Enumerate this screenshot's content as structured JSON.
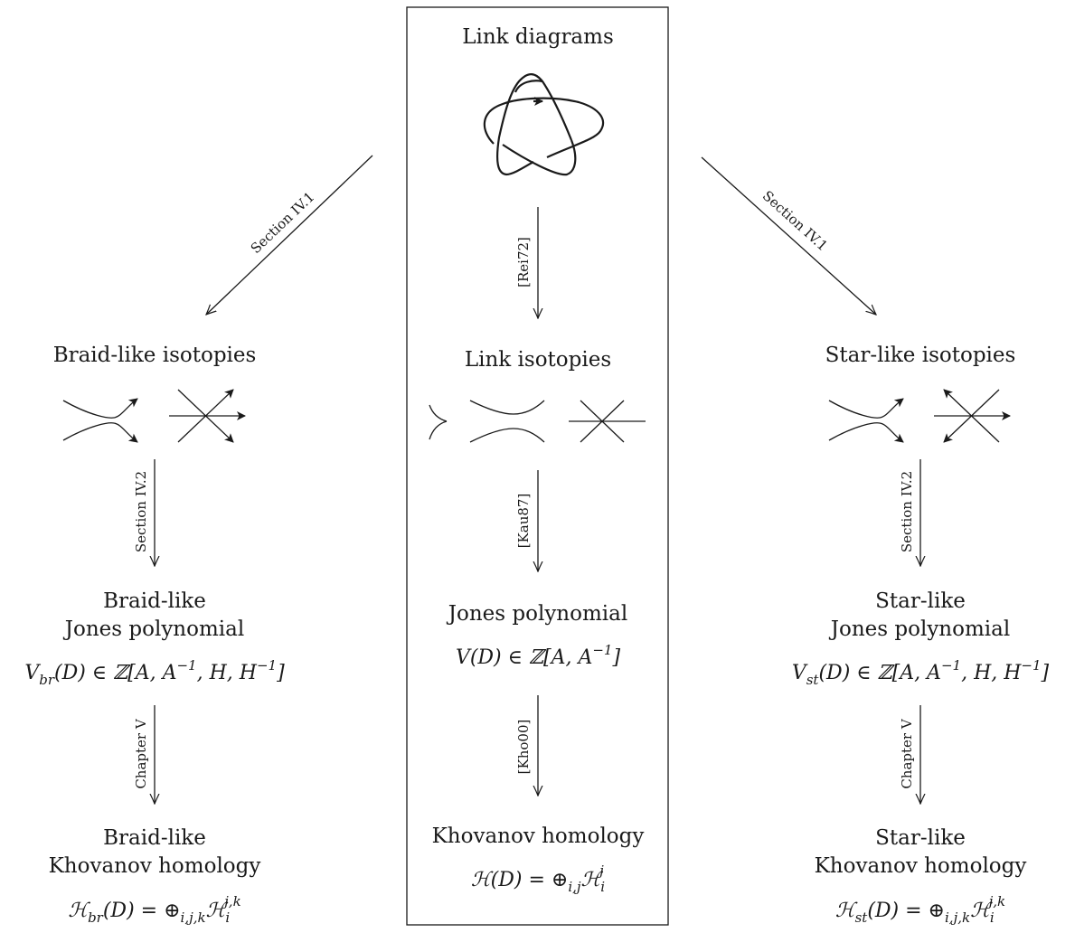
{
  "center": {
    "top": "Link diagrams",
    "mid": "Link isotopies",
    "poly": "Jones polynomial",
    "poly_formula": {
      "lhs": "V(D)",
      "rel": "∈",
      "rhs": "ℤ[A, A",
      "exp": "−1",
      "close": "]"
    },
    "homology": "Khovanov homology",
    "homology_formula": {
      "lhs": "ℋ(D) = ⊕",
      "sub": "i,j",
      "sym": "ℋ",
      "sub2": "i",
      "sup2": "j"
    },
    "arrows": [
      "[Rei72]",
      "[Kau87]",
      "[Kho00]"
    ]
  },
  "left": {
    "title": "Braid-like isotopies",
    "poly1": "Braid-like",
    "poly2": "Jones polynomial",
    "poly_formula": {
      "lhs": "V",
      "sub": "br",
      "mid": "(D) ∈ ℤ[A, A",
      "exp1": "−1",
      "mid2": ", H, H",
      "exp2": "−1",
      "close": "]"
    },
    "hom1": "Braid-like",
    "hom2": "Khovanov homology",
    "hom_formula": {
      "lhs": "ℋ",
      "sub": "br",
      "mid": "(D) = ⊕",
      "sub2": "i,j,k",
      "sym": "ℋ",
      "sub3": "i",
      "sup3": "j,k"
    },
    "arrows": [
      "Section IV.1",
      "Section IV.2",
      "Chapter V"
    ]
  },
  "right": {
    "title": "Star-like isotopies",
    "poly1": "Star-like",
    "poly2": "Jones polynomial",
    "poly_formula": {
      "lhs": "V",
      "sub": "st",
      "mid": "(D) ∈ ℤ[A, A",
      "exp1": "−1",
      "mid2": ", H, H",
      "exp2": "−1",
      "close": "]"
    },
    "hom1": "Star-like",
    "hom2": "Khovanov homology",
    "hom_formula": {
      "lhs": "ℋ",
      "sub": "st",
      "mid": "(D) = ⊕",
      "sub2": "i,j,k",
      "sym": "ℋ",
      "sub3": "i",
      "sup3": "j,k"
    },
    "arrows": [
      "Section IV.1",
      "Section IV.2",
      "Chapter V"
    ]
  },
  "icons": [
    "star-knot-icon",
    "crossing-smoothing-icon",
    "crossing-icon",
    "cusp-icon"
  ]
}
